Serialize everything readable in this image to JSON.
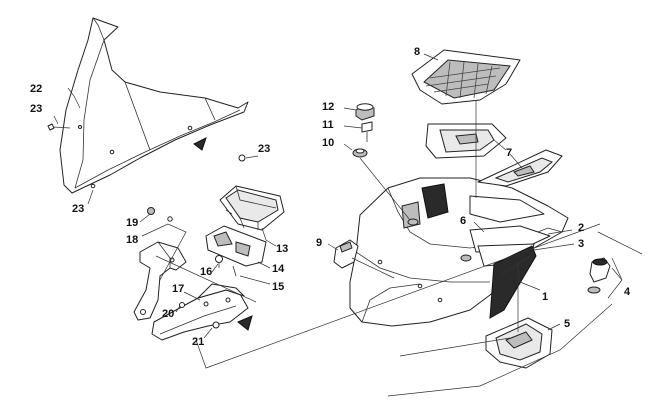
{
  "callouts": {
    "c1": "1",
    "c2": "2",
    "c3": "3",
    "c4": "4",
    "c5": "5",
    "c6": "6",
    "c7": "7",
    "c8": "8",
    "c9": "9",
    "c10": "10",
    "c11": "11",
    "c12": "12",
    "c13": "13",
    "c14": "14",
    "c15": "15",
    "c16": "16",
    "c17": "17",
    "c18": "18",
    "c19": "19",
    "c20": "20",
    "c21": "21",
    "c22": "22",
    "c23a": "23",
    "c23b": "23",
    "c23c": "23"
  }
}
